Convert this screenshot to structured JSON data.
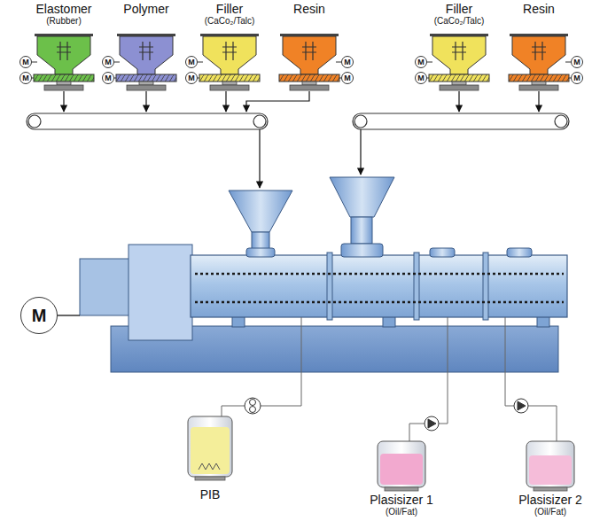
{
  "diagram": {
    "nodes": [
      {
        "text": [
          "Elastomer",
          "(Rubber)"
        ]
      },
      {
        "text": [
          "Polymer"
        ]
      },
      {
        "text": [
          "Filler",
          "(CaCo₂/Talc)"
        ]
      },
      {
        "text": [
          "Resin"
        ]
      },
      {
        "text": [
          "Filler",
          "(CaCo₂/Talc)"
        ]
      },
      {
        "text": [
          "Resin"
        ]
      },
      {
        "text": [
          "M"
        ]
      },
      {
        "text": [
          "M"
        ]
      },
      {
        "text": [
          "M"
        ]
      },
      {
        "text": [
          "M"
        ]
      },
      {
        "text": [
          "M"
        ]
      },
      {
        "text": [
          "M"
        ]
      },
      {
        "text": [
          "M"
        ]
      },
      {
        "text": [
          "M"
        ]
      },
      {
        "text": [
          "M"
        ]
      },
      {
        "text": [
          "M"
        ]
      },
      {
        "text": [
          "M"
        ]
      },
      {
        "text": [
          "M"
        ]
      },
      {
        "text": [
          "M"
        ]
      },
      {
        "text": [
          "PIB"
        ]
      },
      {
        "text": [
          "Plasisizer 1",
          "(Oil/Fat)"
        ]
      },
      {
        "text": [
          "Plasisizer 2",
          "(Oil/Fat)"
        ]
      }
    ]
  }
}
